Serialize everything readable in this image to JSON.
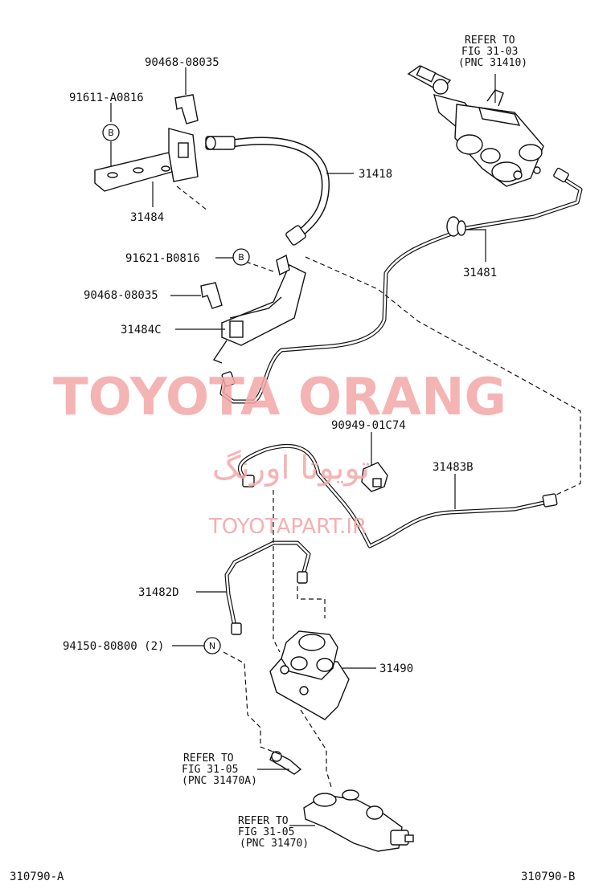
{
  "watermark": {
    "brand": "TOYOTA ORANG",
    "brand_fa": "تویوتا اورنگ",
    "site": "TOYOTAPART.IR"
  },
  "labels": {
    "p90468_top": "90468-08035",
    "p91611": "91611-A0816",
    "p31418": "31418",
    "p31484": "31484",
    "p91621": "91621-B0816",
    "p90468_mid": "90468-08035",
    "p31484c": "31484C",
    "p31481": "31481",
    "p90949": "90949-01C74",
    "p31483b": "31483B",
    "p31482d": "31482D",
    "p94150": "94150-80800 (2)",
    "p31490": "31490"
  },
  "markers": {
    "b_upper": "B",
    "b_lower": "B",
    "n": "N"
  },
  "references": {
    "top": {
      "line1": "REFER TO",
      "line2": "FIG 31-03",
      "line3": "(PNC 31410)"
    },
    "mid": {
      "line1": "REFER TO",
      "line2": "FIG 31-05",
      "line3": "(PNC 31470A)"
    },
    "bottom": {
      "line1": "REFER TO",
      "line2": "FIG 31-05",
      "line3": "(PNC 31470)"
    }
  },
  "footer": {
    "left_code": "310790-A",
    "right_code": "310790-B"
  },
  "colors": {
    "line": "#111111",
    "watermark": "#f4a8a8",
    "background": "#ffffff"
  }
}
